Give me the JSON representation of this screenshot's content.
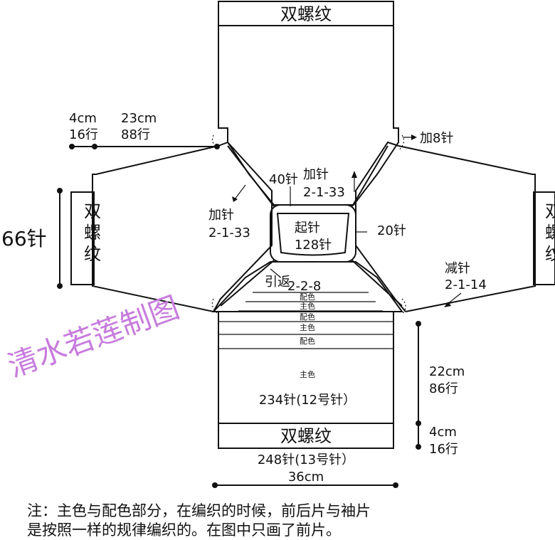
{
  "rib_label": "双螺纹",
  "rib_vertical_label": "双螺纹",
  "top_dim_4cm": "4cm",
  "top_dim_16rows": "16行",
  "top_dim_23cm": "23cm",
  "top_dim_88rows": "88行",
  "add8": "加8针",
  "center_40": "40针",
  "center_add": "加针",
  "center_add_rule": "2-1-33",
  "left_add": "加针",
  "left_add_rule": "2-1-33",
  "right_20": "20针",
  "cast_on": "起针",
  "cast_on_count": "128针",
  "short_rows": "引返",
  "short_rows_rule": "2-2-8",
  "left_66": "66针",
  "right_dec": "减针",
  "right_dec_rule": "2-1-14",
  "stripes": [
    "配色",
    "主色",
    "配色",
    "主色",
    "配色"
  ],
  "main_color": "主色",
  "body_stitches": "234针(12号针）",
  "hem_stitches": "248针(13号针）",
  "width_36": "36cm",
  "right_22cm": "22cm",
  "right_86rows": "86行",
  "right_4cm": "4cm",
  "right_16rows": "16行",
  "watermark": "清水若莲制图",
  "note_line1": "注：主色与配色部分，在编织的时候，前后片与袖片",
  "note_line2": "是按照一样的规律编织的。在图中只画了前片。"
}
